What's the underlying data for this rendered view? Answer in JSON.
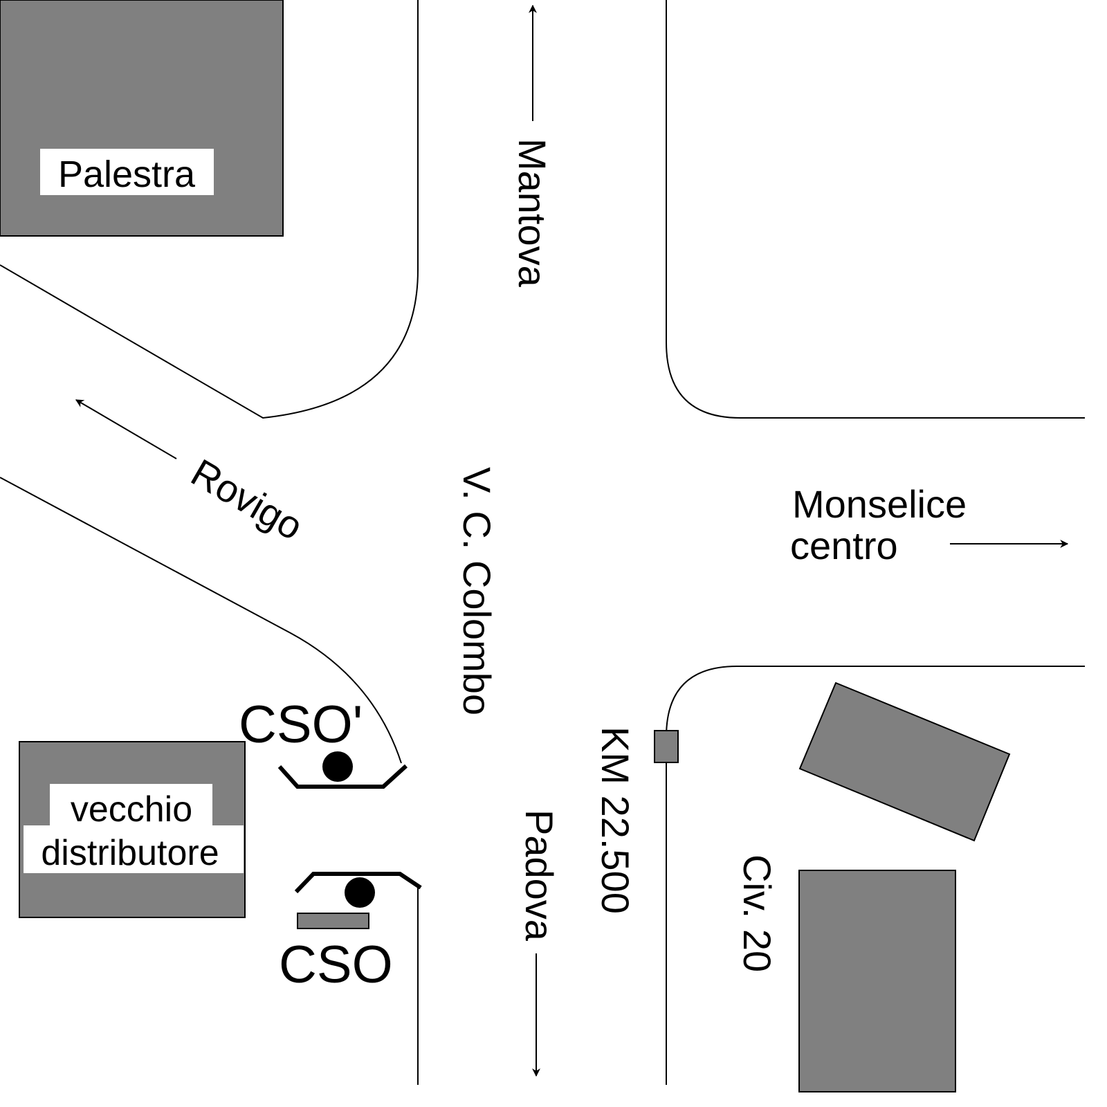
{
  "colors": {
    "building": "#808080",
    "line": "#000000",
    "background": "#ffffff"
  },
  "labels": {
    "palestra": "Palestra",
    "mantova": "Mantova",
    "colombo": "V. C. Colombo",
    "rovigo": "Rovigo",
    "monselice_1": "Monselice",
    "monselice_2": "centro",
    "padova": "Padova",
    "km": "KM 22.500",
    "civ": "Civ. 20",
    "vecchio_1": "vecchio",
    "vecchio_2": "distributore",
    "cso_prime": "CSO'",
    "cso": "CSO"
  }
}
